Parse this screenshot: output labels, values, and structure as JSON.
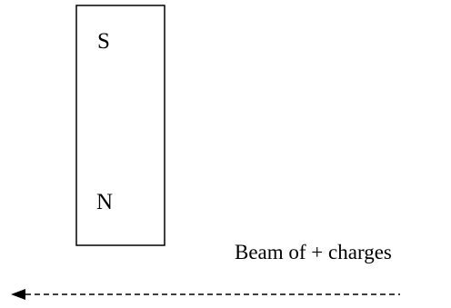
{
  "magnet": {
    "top_pole": "S",
    "bottom_pole": "N"
  },
  "beam": {
    "label": "Beam of + charges",
    "direction": "left",
    "line_style": "dashed"
  },
  "colors": {
    "ink": "#000000",
    "background": "#ffffff"
  }
}
